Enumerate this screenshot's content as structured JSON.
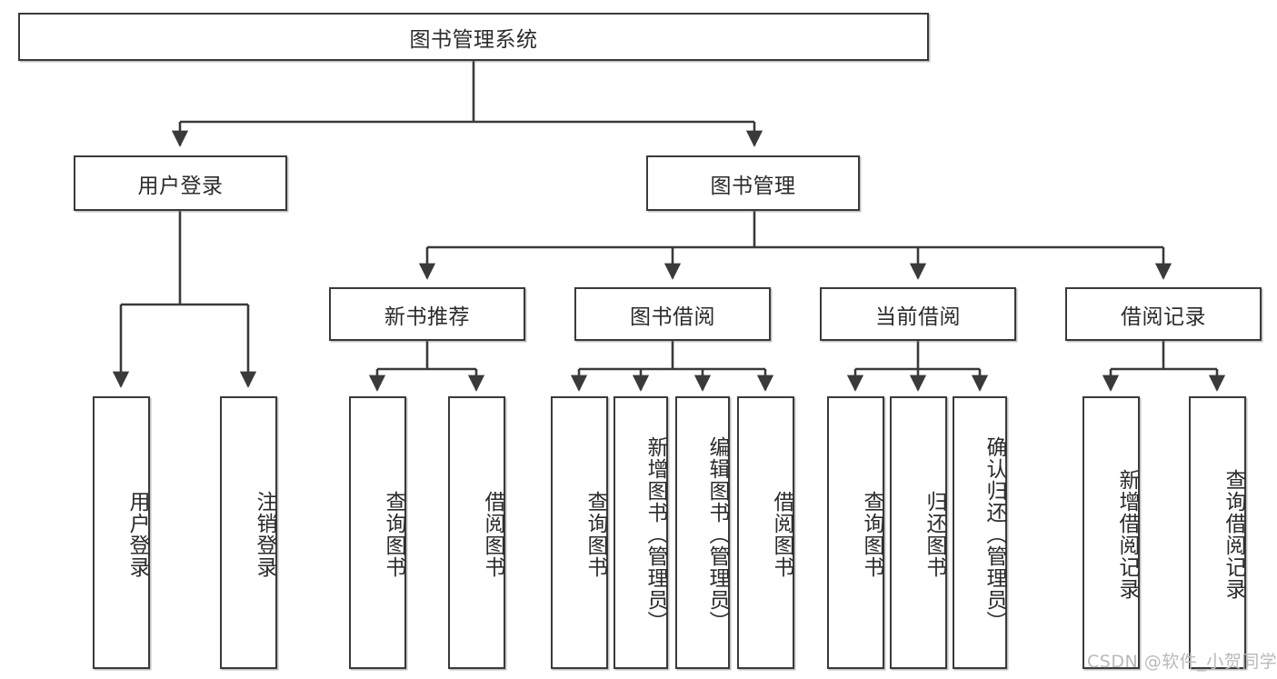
{
  "diagram": {
    "type": "tree-hierarchy",
    "title": "图书管理系统",
    "watermark": "CSDN @软件_小贺同学",
    "colors": {
      "box_border": "#3a3a3a",
      "box_fill": "#ffffff",
      "line": "#3a3a3a",
      "text": "#2b2b2b",
      "watermark": "#b9b9b9"
    },
    "nodes": {
      "root": {
        "label": "图书管理系统",
        "level": 1,
        "orientation": "horizontal"
      },
      "l2": [
        {
          "id": "user-login",
          "label": "用户登录",
          "level": 2,
          "orientation": "horizontal"
        },
        {
          "id": "book-manage",
          "label": "图书管理",
          "level": 2,
          "orientation": "horizontal"
        }
      ],
      "l3": [
        {
          "id": "new-book-rec",
          "label": "新书推荐",
          "level": 3,
          "orientation": "horizontal"
        },
        {
          "id": "book-borrow",
          "label": "图书借阅",
          "level": 3,
          "orientation": "horizontal"
        },
        {
          "id": "current-borrow",
          "label": "当前借阅",
          "level": 3,
          "orientation": "horizontal"
        },
        {
          "id": "borrow-record",
          "label": "借阅记录",
          "level": 3,
          "orientation": "horizontal"
        }
      ],
      "leaves": [
        {
          "id": "leaf-user-login",
          "label": "用户登录",
          "parent": "user-login",
          "orientation": "vertical"
        },
        {
          "id": "leaf-logout",
          "label": "注销登录",
          "parent": "user-login",
          "orientation": "vertical"
        },
        {
          "id": "leaf-query-book-1",
          "label": "查询图书",
          "parent": "new-book-rec",
          "orientation": "vertical"
        },
        {
          "id": "leaf-borrow-book-1",
          "label": "借阅图书",
          "parent": "new-book-rec",
          "orientation": "vertical"
        },
        {
          "id": "leaf-query-book-2",
          "label": "查询图书",
          "parent": "book-borrow",
          "orientation": "vertical"
        },
        {
          "id": "leaf-add-book",
          "label": "新增图书（管理员）",
          "parent": "book-borrow",
          "orientation": "vertical"
        },
        {
          "id": "leaf-edit-book",
          "label": "编辑图书（管理员）",
          "parent": "book-borrow",
          "orientation": "vertical"
        },
        {
          "id": "leaf-borrow-book-2",
          "label": "借阅图书",
          "parent": "book-borrow",
          "orientation": "vertical"
        },
        {
          "id": "leaf-query-book-3",
          "label": "查询图书",
          "parent": "current-borrow",
          "orientation": "vertical"
        },
        {
          "id": "leaf-return-book",
          "label": "归还图书",
          "parent": "current-borrow",
          "orientation": "vertical"
        },
        {
          "id": "leaf-confirm-return",
          "label": "确认归还（管理员）",
          "parent": "current-borrow",
          "orientation": "vertical"
        },
        {
          "id": "leaf-add-record",
          "label": "新增借阅记录",
          "parent": "borrow-record",
          "orientation": "vertical"
        },
        {
          "id": "leaf-query-record",
          "label": "查询借阅记录",
          "parent": "borrow-record",
          "orientation": "vertical"
        }
      ]
    }
  }
}
